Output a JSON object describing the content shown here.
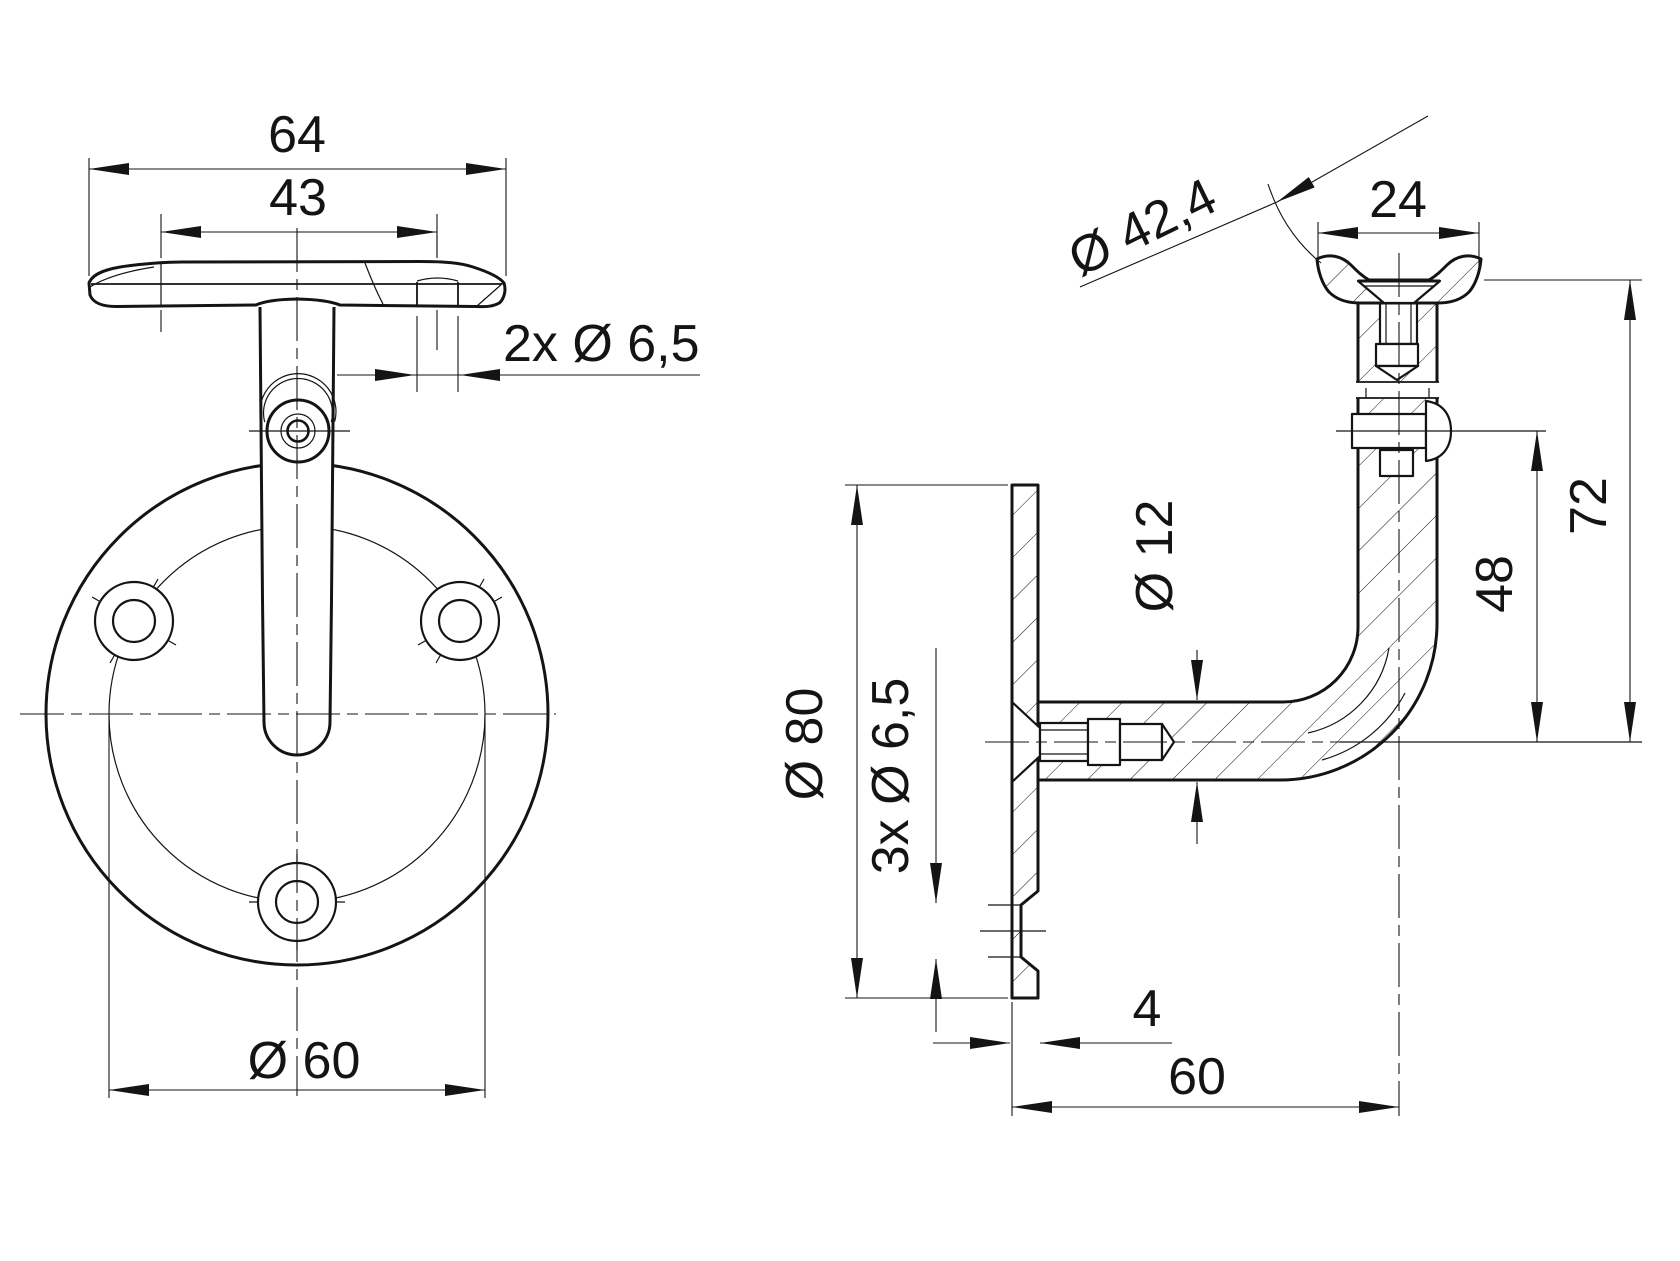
{
  "drawing": {
    "part": "handrail wall bracket",
    "background_color": "#ffffff",
    "line_color": "#141414",
    "views": {
      "front": {
        "dims": {
          "saddle_width": "64",
          "hole_spacing": "43",
          "saddle_holes": "2x Ø 6,5",
          "bolt_circle": "Ø 60"
        }
      },
      "side": {
        "dims": {
          "handrail_diameter": "Ø 42,4",
          "saddle_depth": "24",
          "total_height": "72",
          "pivot_height": "48",
          "arm_diameter": "Ø 12",
          "plate_diameter": "Ø 80",
          "wall_holes": "3x Ø 6,5",
          "plate_thickness": "4",
          "projection": "60"
        }
      }
    }
  }
}
